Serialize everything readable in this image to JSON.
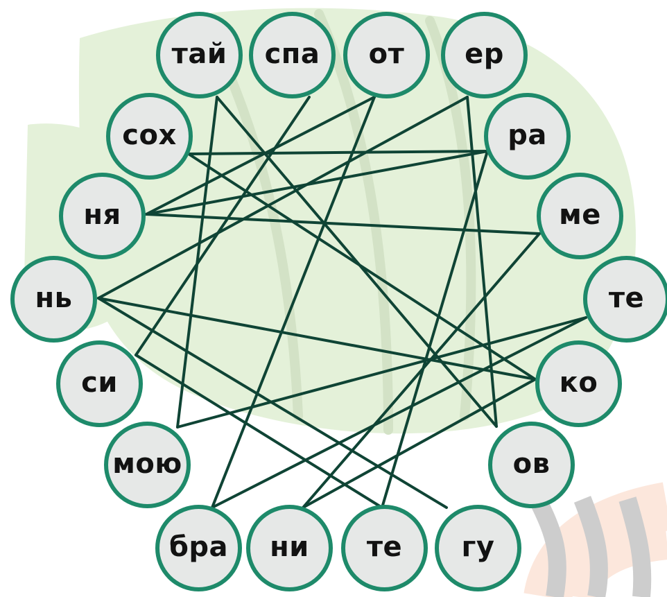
{
  "colors": {
    "node_fill": "#e6e8e7",
    "node_border": "#1e8a6a",
    "line": "#0f4435",
    "leaf_bg": "#e4f1d9",
    "leaf_vein": "#d3e2c6",
    "stripe_peach": "#fce7dc",
    "stripe_gray": "#cdcdcd"
  },
  "nodes": [
    {
      "id": "tai",
      "label": "тай"
    },
    {
      "id": "spa",
      "label": "спа"
    },
    {
      "id": "ot",
      "label": "от"
    },
    {
      "id": "er",
      "label": "ер"
    },
    {
      "id": "sox",
      "label": "сох"
    },
    {
      "id": "ra",
      "label": "ра"
    },
    {
      "id": "nya",
      "label": "ня"
    },
    {
      "id": "me",
      "label": "ме"
    },
    {
      "id": "n",
      "label": "нь"
    },
    {
      "id": "te_r",
      "label": "те"
    },
    {
      "id": "si",
      "label": "си"
    },
    {
      "id": "ko",
      "label": "ко"
    },
    {
      "id": "moyu",
      "label": "мою"
    },
    {
      "id": "ov",
      "label": "ов"
    },
    {
      "id": "bra",
      "label": "бра"
    },
    {
      "id": "ni",
      "label": "ни"
    },
    {
      "id": "te_b",
      "label": "те"
    },
    {
      "id": "gu",
      "label": "гу"
    }
  ],
  "edges": [
    [
      "tai",
      "moyu"
    ],
    [
      "tai",
      "ov"
    ],
    [
      "spa",
      "si"
    ],
    [
      "ot",
      "nya"
    ],
    [
      "ot",
      "bra"
    ],
    [
      "er",
      "n"
    ],
    [
      "er",
      "ov"
    ],
    [
      "sox",
      "ra"
    ],
    [
      "sox",
      "ko"
    ],
    [
      "ra",
      "nya"
    ],
    [
      "ra",
      "te_b"
    ],
    [
      "nya",
      "me"
    ],
    [
      "n",
      "gu"
    ],
    [
      "n",
      "ko"
    ],
    [
      "me",
      "ni"
    ],
    [
      "te_r",
      "moyu"
    ],
    [
      "te_r",
      "bra"
    ],
    [
      "si",
      "te_b"
    ],
    [
      "ko",
      "ni"
    ]
  ]
}
